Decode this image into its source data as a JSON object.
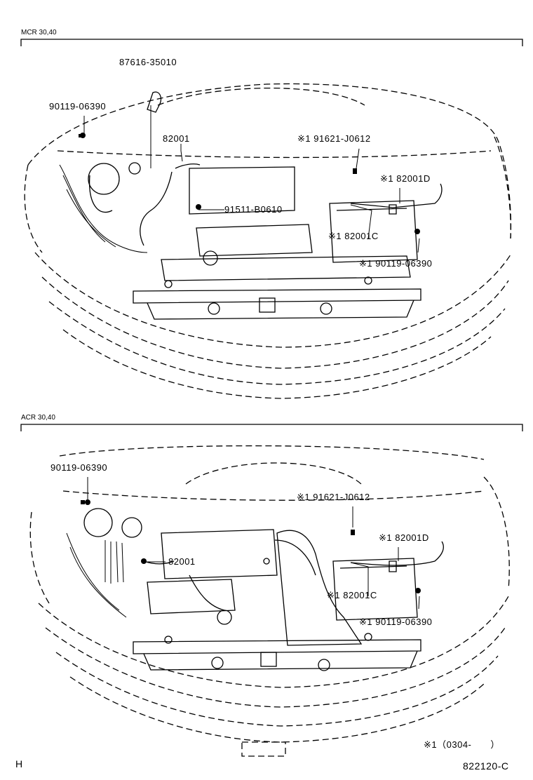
{
  "sections": [
    {
      "header": "MCR 30,40",
      "labels": {
        "clip": "87616-35010",
        "bolt_left": "90119-06390",
        "harness": "82001",
        "bolt_mid": "91511-B0610",
        "bolt_top_right": "※1 91621-J0612",
        "harness_d": "※1 82001D",
        "harness_c": "※1 82001C",
        "bolt_right": "※1 90119-06390"
      }
    },
    {
      "header": "ACR 30,40",
      "labels": {
        "bolt_left": "90119-06390",
        "bolt_top_right": "※1 91621-J0612",
        "harness_d": "※1 82001D",
        "harness": "82001",
        "harness_c": "※1 82001C",
        "bolt_right": "※1 90119-06390"
      }
    }
  ],
  "footnote": "※1（0304-　　）",
  "corner_letter": "H",
  "figure_code": "822120-C"
}
